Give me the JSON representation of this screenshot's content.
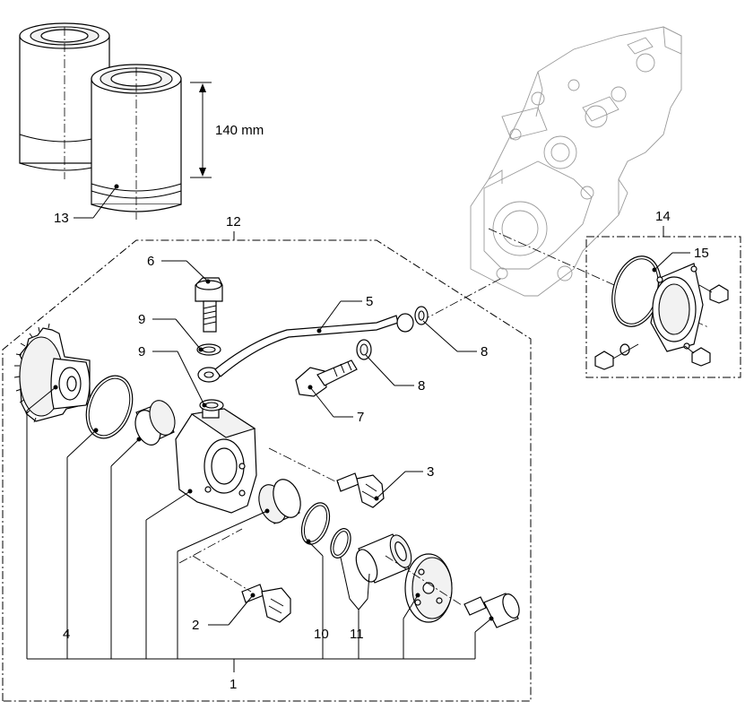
{
  "diagram": {
    "dimension_label": "140 mm",
    "callouts": {
      "c1": "1",
      "c2": "2",
      "c3": "3",
      "c4": "4",
      "c5": "5",
      "c6": "6",
      "c7": "7",
      "c8a": "8",
      "c8b": "8",
      "c9a": "9",
      "c9b": "9",
      "c10": "10",
      "c11": "11",
      "c12": "12",
      "c13": "13",
      "c14": "14",
      "c15": "15"
    }
  }
}
